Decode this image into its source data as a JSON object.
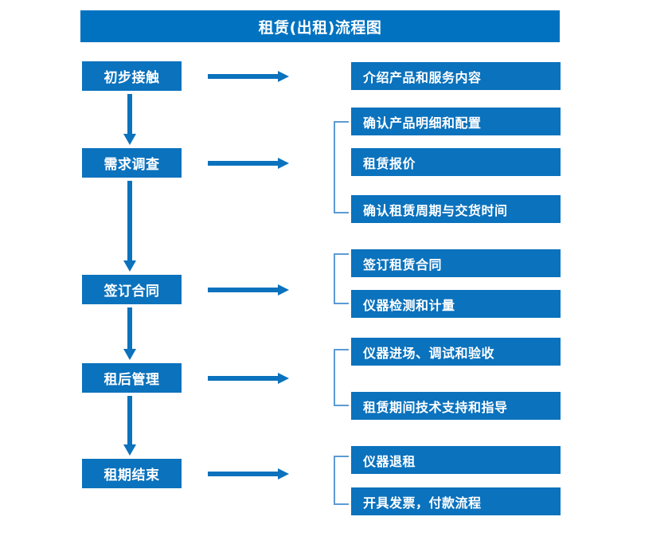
{
  "title": "租赁(出租)流程图",
  "colors": {
    "title_bar": "#0072C0",
    "box_fill": "#0B72BD",
    "box_text": "#FFFFFF",
    "arrow": "#0B72BD",
    "bracket": "#5B9BD5",
    "background": "#FFFFFF"
  },
  "stages": [
    {
      "label": "初步接触"
    },
    {
      "label": "需求调查"
    },
    {
      "label": "签订合同"
    },
    {
      "label": "租后管理"
    },
    {
      "label": "租期结束"
    }
  ],
  "details": [
    {
      "label": "介绍产品和服务内容"
    },
    {
      "label": "确认产品明细和配置"
    },
    {
      "label": "租赁报价"
    },
    {
      "label": "确认租赁周期与交货时间"
    },
    {
      "label": "签订租赁合同"
    },
    {
      "label": "仪器检测和计量"
    },
    {
      "label": "仪器进场、调试和验收"
    },
    {
      "label": "租赁期间技术支持和指导"
    },
    {
      "label": "仪器退租"
    },
    {
      "label": "开具发票，付款流程"
    }
  ],
  "groups": [
    {
      "stage": "需求调查",
      "detail_indices": [
        1,
        2,
        3
      ]
    },
    {
      "stage": "签订合同",
      "detail_indices": [
        4,
        5
      ]
    },
    {
      "stage": "租后管理",
      "detail_indices": [
        6,
        7
      ]
    },
    {
      "stage": "租期结束",
      "detail_indices": [
        8,
        9
      ]
    }
  ],
  "connectors": {
    "vertical_arrow_count": 4,
    "horizontal_arrow_count": 5,
    "direction": "down-and-right"
  }
}
